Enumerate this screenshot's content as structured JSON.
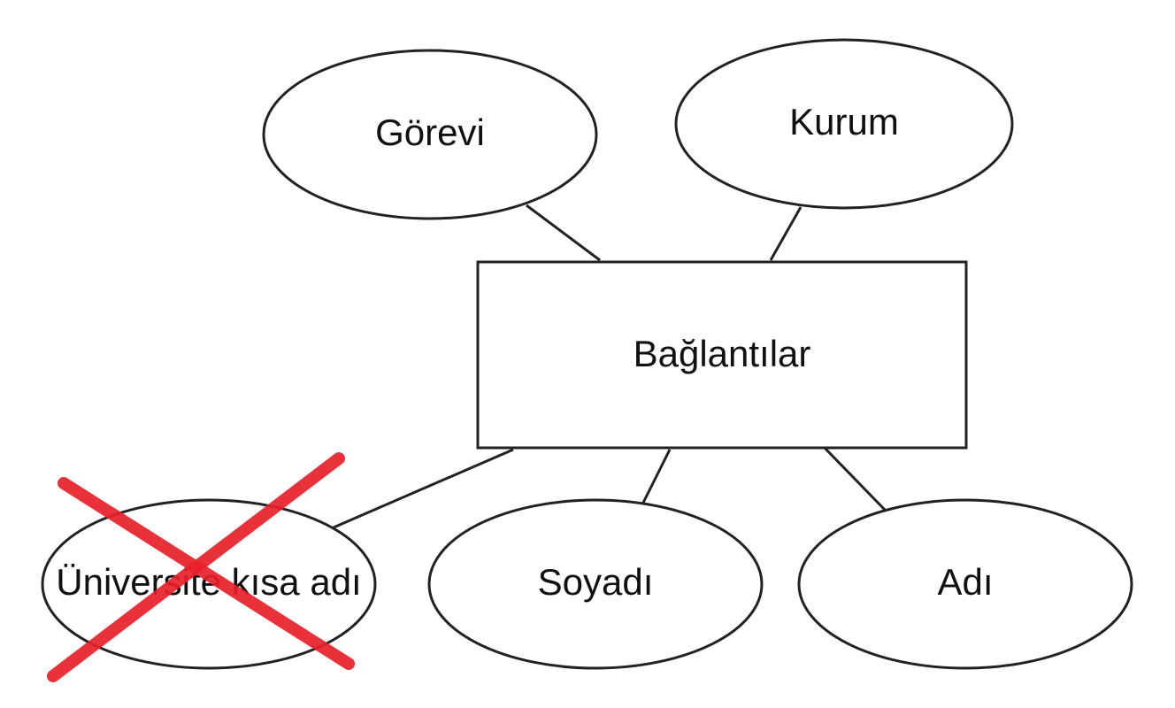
{
  "entity": {
    "label": "Bağlantılar"
  },
  "attributes": [
    {
      "id": "gorevi",
      "label": "Görevi",
      "crossed": false
    },
    {
      "id": "kurum",
      "label": "Kurum",
      "crossed": false
    },
    {
      "id": "universite",
      "label": "Üniversite kısa adı",
      "crossed": true
    },
    {
      "id": "soyadi",
      "label": "Soyadı",
      "crossed": false
    },
    {
      "id": "adi",
      "label": "Adı",
      "crossed": false
    }
  ],
  "colors": {
    "cross": "#e8202a",
    "stroke": "#222222"
  }
}
